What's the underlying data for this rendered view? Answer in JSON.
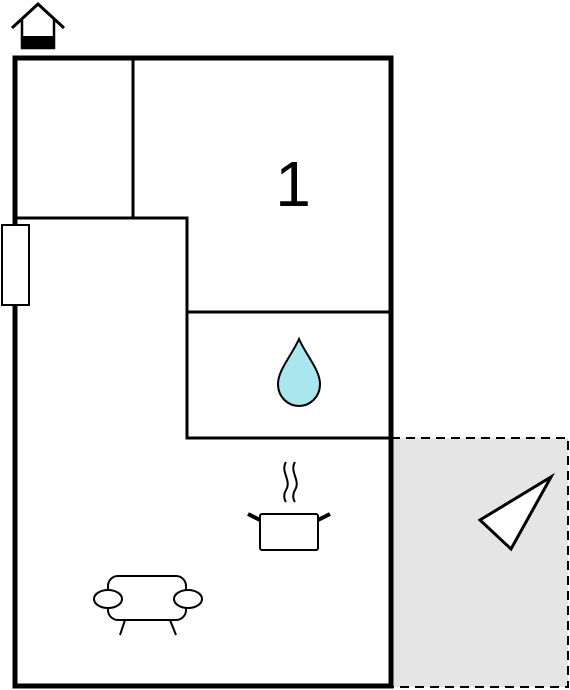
{
  "floorplan": {
    "rooms": [
      {
        "id": "bedroom",
        "label": "1",
        "icon": ""
      },
      {
        "id": "bathroom",
        "label": "",
        "icon": "water-drop-icon"
      },
      {
        "id": "kitchen-living",
        "label": "",
        "icon": "cooking-pot-icon"
      },
      {
        "id": "living",
        "label": "",
        "icon": "sofa-icon"
      },
      {
        "id": "terrace",
        "label": "",
        "icon": "terrace-sector-icon"
      }
    ],
    "colors": {
      "walls": "#000000",
      "floor": "#ffffff",
      "terrace": "#e5e5e5",
      "water": "#a9e6ee"
    },
    "icons": [
      "house-entrance-icon",
      "window-icon"
    ]
  }
}
